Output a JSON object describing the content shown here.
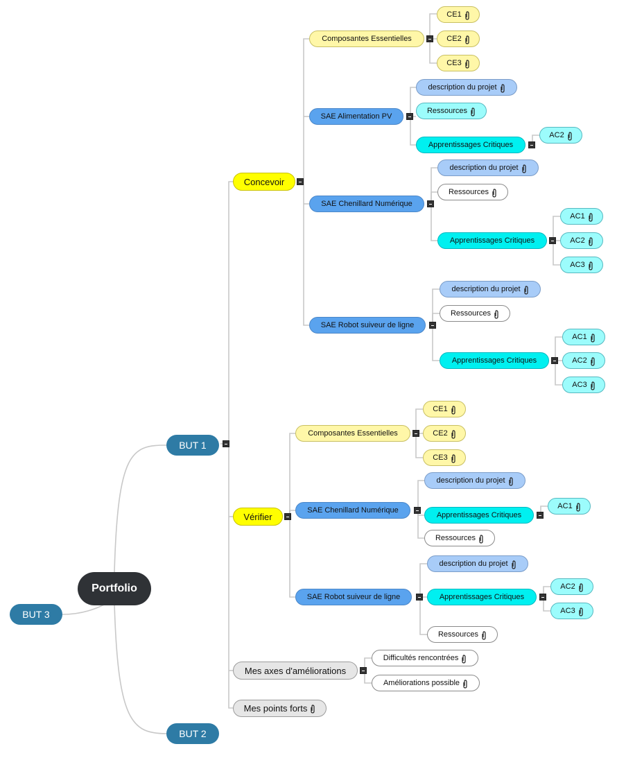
{
  "root": {
    "label": "Portfolio"
  },
  "levels": {
    "but1": "BUT 1",
    "but2": "BUT 2",
    "but3": "BUT 3"
  },
  "branches": {
    "concevoir": "Concevoir",
    "verifier": "Vérifier",
    "axes": "Mes axes d'améliorations",
    "forts": "Mes points forts"
  },
  "concevoir": {
    "composantes": {
      "label": "Composantes Essentielles",
      "items": [
        "CE1",
        "CE2",
        "CE3"
      ]
    },
    "sae_pv": {
      "label": "SAE Alimentation PV",
      "description": "description du projet",
      "ressources": "Ressources",
      "apprentissages": "Apprentissages Critiques",
      "ac": [
        "AC2"
      ]
    },
    "sae_chen": {
      "label": "SAE Chenillard Numérique",
      "description": "description du projet",
      "ressources": "Ressources",
      "apprentissages": "Apprentissages Critiques",
      "ac": [
        "AC1",
        "AC2",
        "AC3"
      ]
    },
    "sae_robot": {
      "label": "SAE Robot suiveur de ligne",
      "description": "description du projet",
      "ressources": "Ressources",
      "apprentissages": "Apprentissages Critiques",
      "ac": [
        "AC1",
        "AC2",
        "AC3"
      ]
    }
  },
  "verifier": {
    "composantes": {
      "label": "Composantes Essentielles",
      "items": [
        "CE1",
        "CE2",
        "CE3"
      ]
    },
    "sae_chen": {
      "label": "SAE Chenillard Numérique",
      "description": "description du projet",
      "apprentissages": "Apprentissages Critiques",
      "ressources": "Ressources",
      "ac": [
        "AC1"
      ]
    },
    "sae_robot": {
      "label": "SAE Robot suiveur de ligne",
      "description": "description du projet",
      "apprentissages": "Apprentissages Critiques",
      "ressources": "Ressources",
      "ac": [
        "AC2",
        "AC3"
      ]
    }
  },
  "axes": {
    "items": [
      "Difficultés rencontrées",
      "Améliorations possible"
    ]
  },
  "colors": {
    "root": "#2f3236",
    "but": "#2e7ba5",
    "branch": "#ffff00",
    "sae": "#5aa3ee",
    "ce": "#fff7a8",
    "description": "#a8ccf8",
    "apprentissages": "#00f0f0",
    "ac": "#9cfcfc",
    "grey": "#e6e6e6",
    "link": "#c8c8c8"
  },
  "icons": {
    "attachment": "paperclip-icon",
    "collapse": "collapse-toggle-icon"
  }
}
